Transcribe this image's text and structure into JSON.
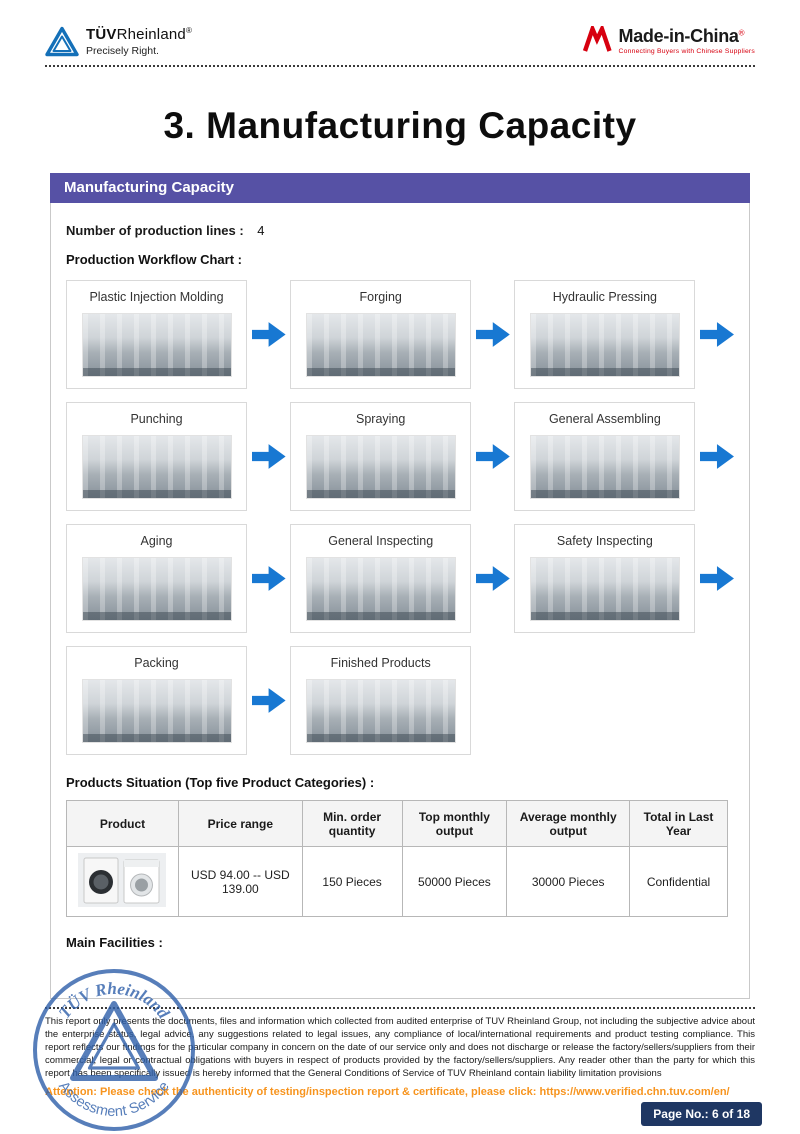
{
  "header": {
    "tuv": {
      "brand_bold": "TÜV",
      "brand_rest": "Rheinland",
      "reg": "®",
      "tagline": "Precisely Right."
    },
    "mic": {
      "brand": "Made-in-China",
      "reg": "®",
      "tagline": "Connecting Buyers with Chinese Suppliers"
    }
  },
  "title": "3. Manufacturing Capacity",
  "section": {
    "bar_title": "Manufacturing Capacity",
    "lines_label": "Number of production lines :",
    "lines_value": "4",
    "workflow_label": "Production Workflow Chart :",
    "workflow_steps": [
      "Plastic Injection Molding",
      "Forging",
      "Hydraulic Pressing",
      "Punching",
      "Spraying",
      "General Assembling",
      "Aging",
      "General Inspecting",
      "Safety Inspecting",
      "Packing",
      "Finished Products"
    ],
    "products_label": "Products Situation (Top five Product Categories) :",
    "table": {
      "headers": [
        "Product",
        "Price range",
        "Min. order quantity",
        "Top monthly output",
        "Average monthly output",
        "Total in Last Year"
      ],
      "row": {
        "price_range": "USD 94.00 -- USD 139.00",
        "min_order": "150 Pieces",
        "top_monthly": "50000 Pieces",
        "avg_monthly": "30000 Pieces",
        "total_last_year": "Confidential"
      }
    },
    "facilities_label": "Main Facilities :"
  },
  "footer": {
    "disclaimer": "This report only presents the documents, files and information which collected from audited enterprise of TUV Rheinland Group, not including the subjective advice about the enterprise status, legal advice, any suggestions related to legal issues, any compliance of local/international requirements and product testing compliance. This report reflects our findings for the particular company in concern on the date of our service only and does not discharge or release the factory/sellers/suppliers from their commercial, legal or contractual obligations with buyers in respect of products provided by the factory/sellers/suppliers. Any reader other than the party for which this report has been specifically issued is hereby informed that the General Conditions of Service of TUV Rheinland contain liability limitation provisions",
    "attention": "Attention: Please check the authenticity of testing/inspection report & certificate, please click:  ",
    "attention_link": "https://www.verified.chn.tuv.com/en/",
    "page_no": "Page No.: 6 of 18",
    "stamp_top": "TÜV Rheinland",
    "stamp_bottom": "Assessment Service"
  }
}
